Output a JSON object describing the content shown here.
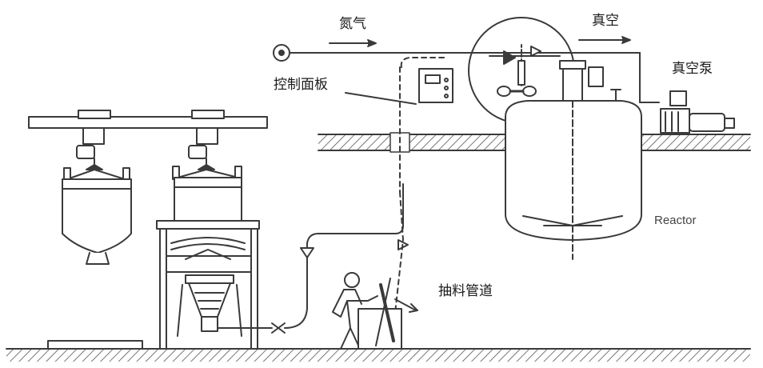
{
  "labels": {
    "nitrogen": "氮气",
    "vacuum": "真空",
    "vacuum_pump": "真空泵",
    "control_panel": "控制面板",
    "suction_pipe": "抽料管道",
    "reactor": "Reactor"
  },
  "colors": {
    "line": "#3a3a3a",
    "hatch": "#555555",
    "background": "#ffffff"
  }
}
